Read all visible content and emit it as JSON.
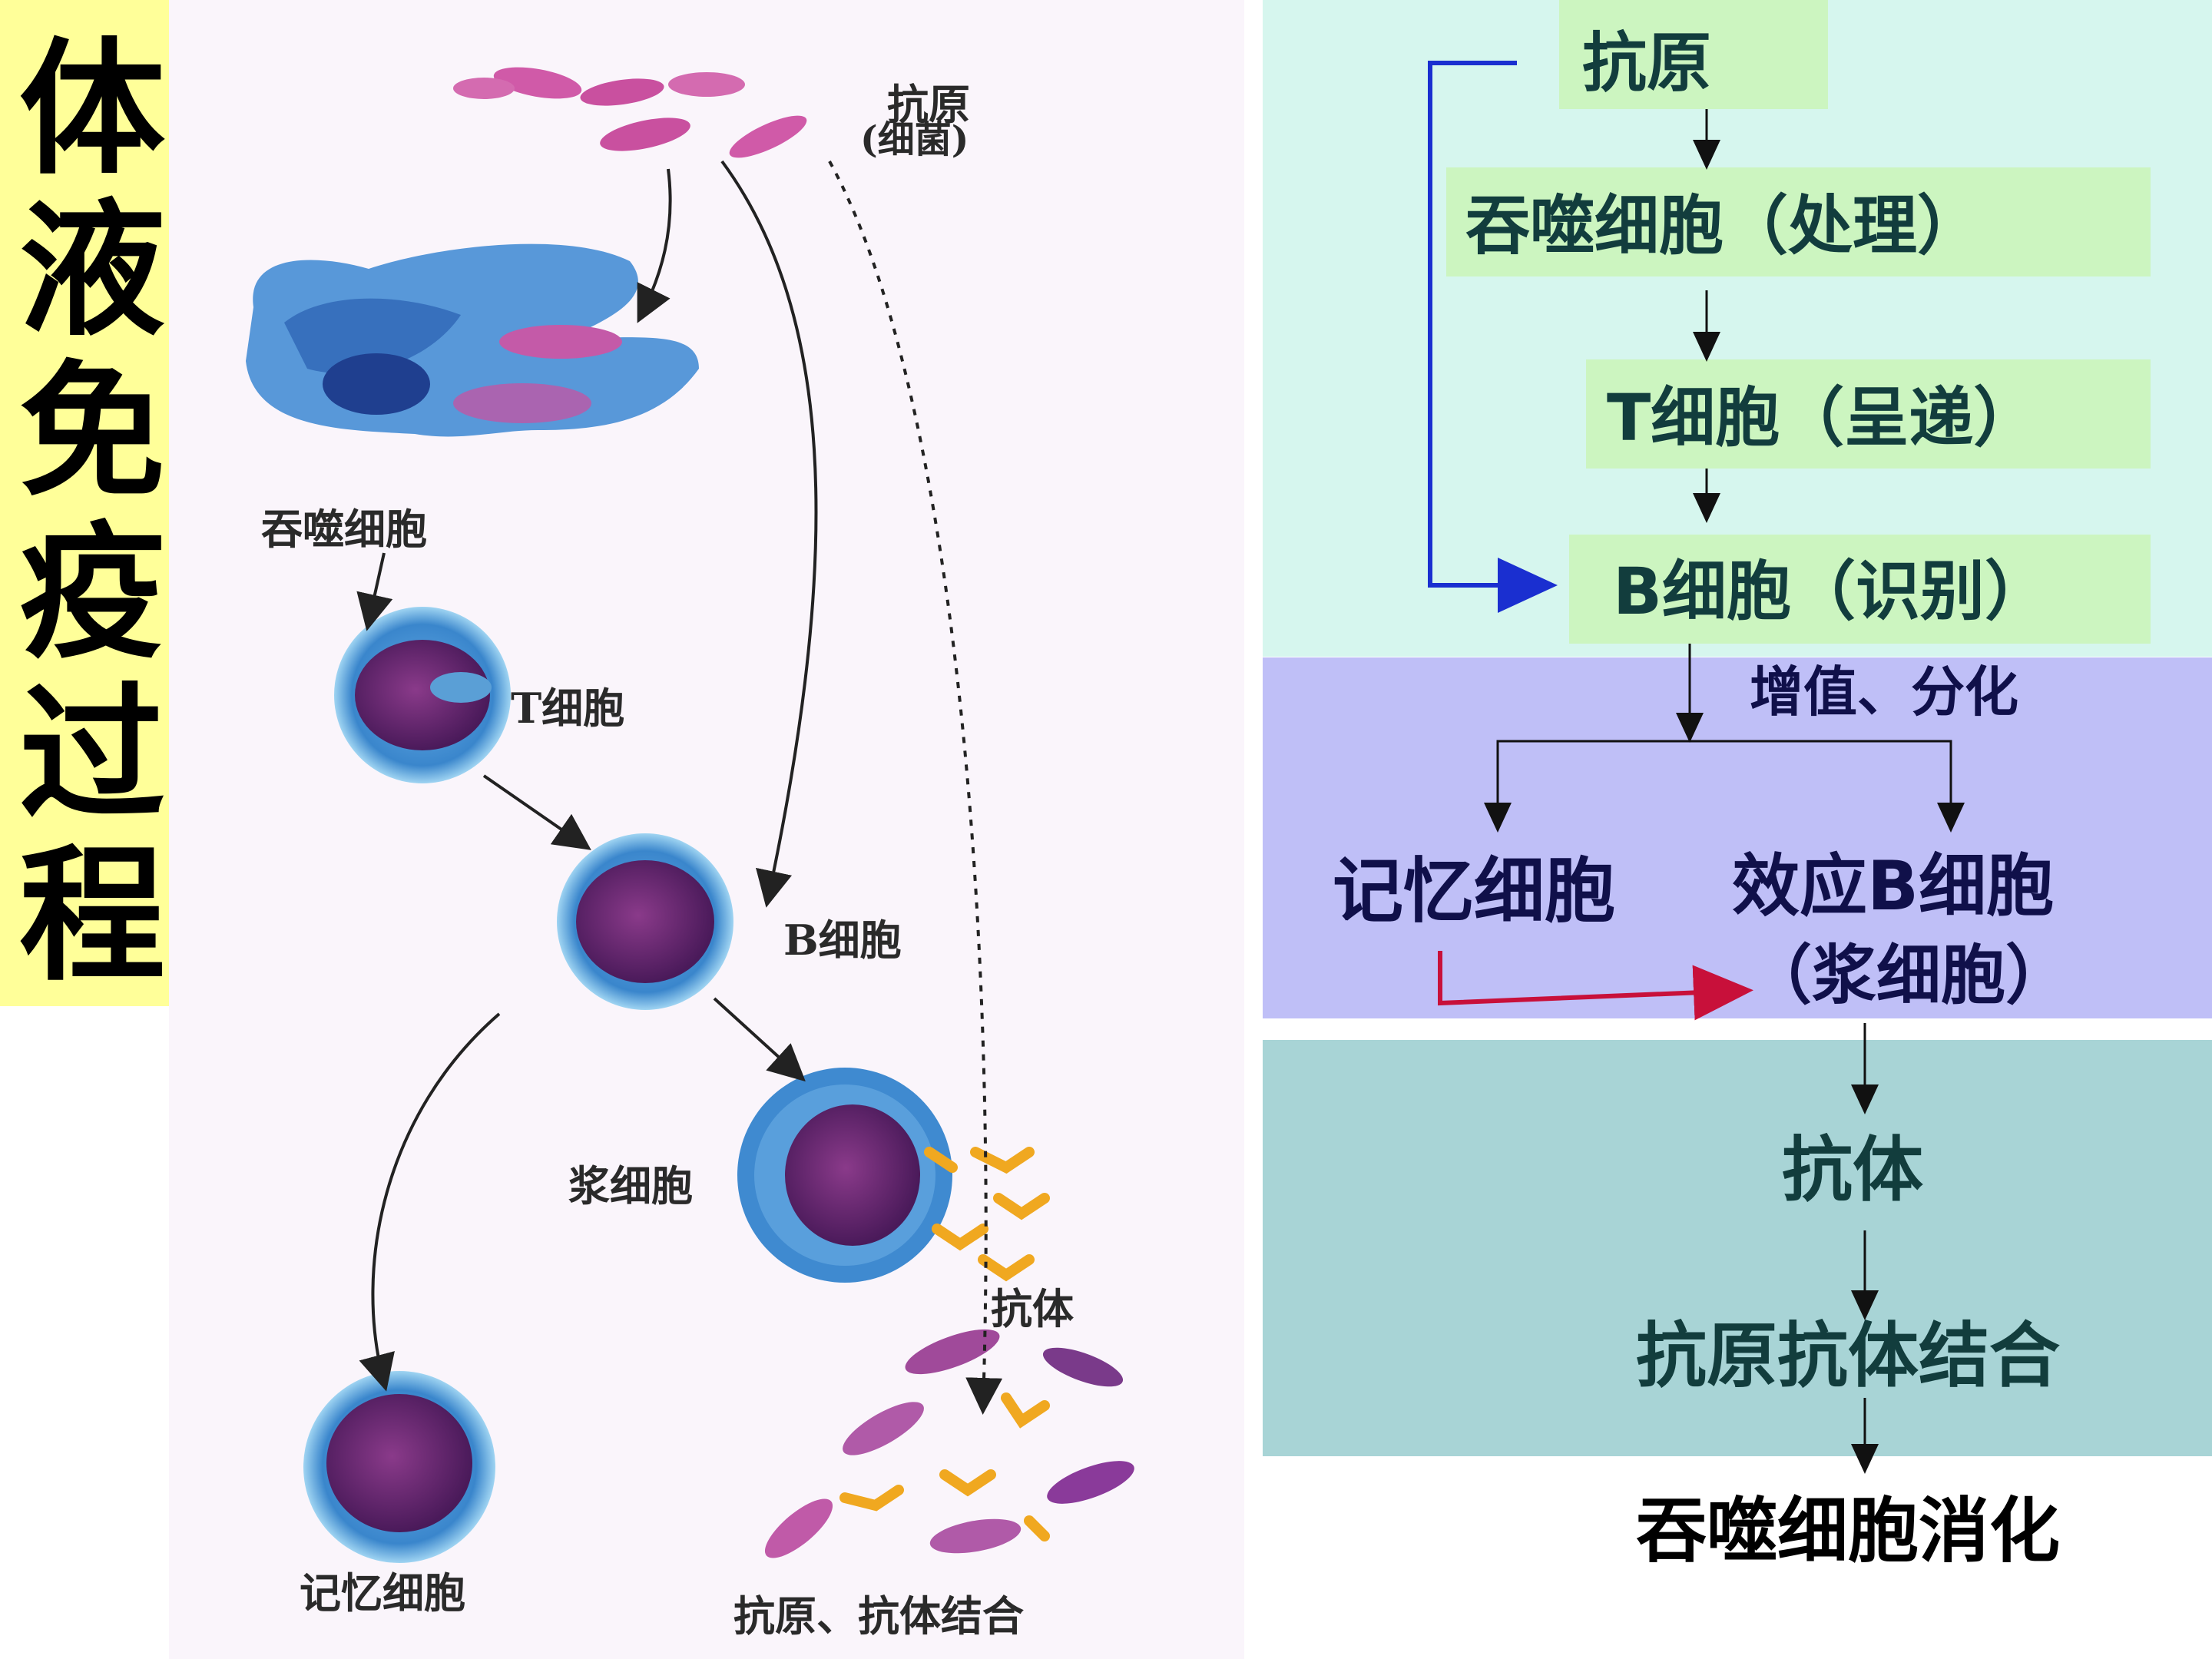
{
  "title": {
    "chars": [
      "体",
      "液",
      "免",
      "疫",
      "过",
      "程"
    ]
  },
  "illustration": {
    "labels": {
      "antigen": "抗原",
      "antigen_sub": "(细菌)",
      "phagocyte": "吞噬细胞",
      "t_cell": "T细胞",
      "b_cell": "B细胞",
      "plasma_cell": "浆细胞",
      "antibody": "抗体",
      "memory_cell": "记忆细胞",
      "binding": "抗原、抗体结合"
    }
  },
  "flow": {
    "antigen": "抗原",
    "phagocyte": "吞噬细胞（处理）",
    "t_cell": "T细胞（呈递）",
    "b_cell": "B细胞（识别）",
    "proliferate": "增值、分化",
    "memory": "记忆细胞",
    "effector_line1": "效应B细胞",
    "effector_line2": "（浆细胞）",
    "antibody": "抗体",
    "binding": "抗原抗体结合",
    "digest": "吞噬细胞消化"
  },
  "colors": {
    "title_bg": "#ffff99",
    "panel_top": "#d6f6ee",
    "panel_mid": "#bfbff7",
    "panel_bot": "#a8d4d6",
    "box_green": "#ccf5c0",
    "blue_arrow": "#1a2fd0",
    "red_arrow": "#c8103a"
  }
}
